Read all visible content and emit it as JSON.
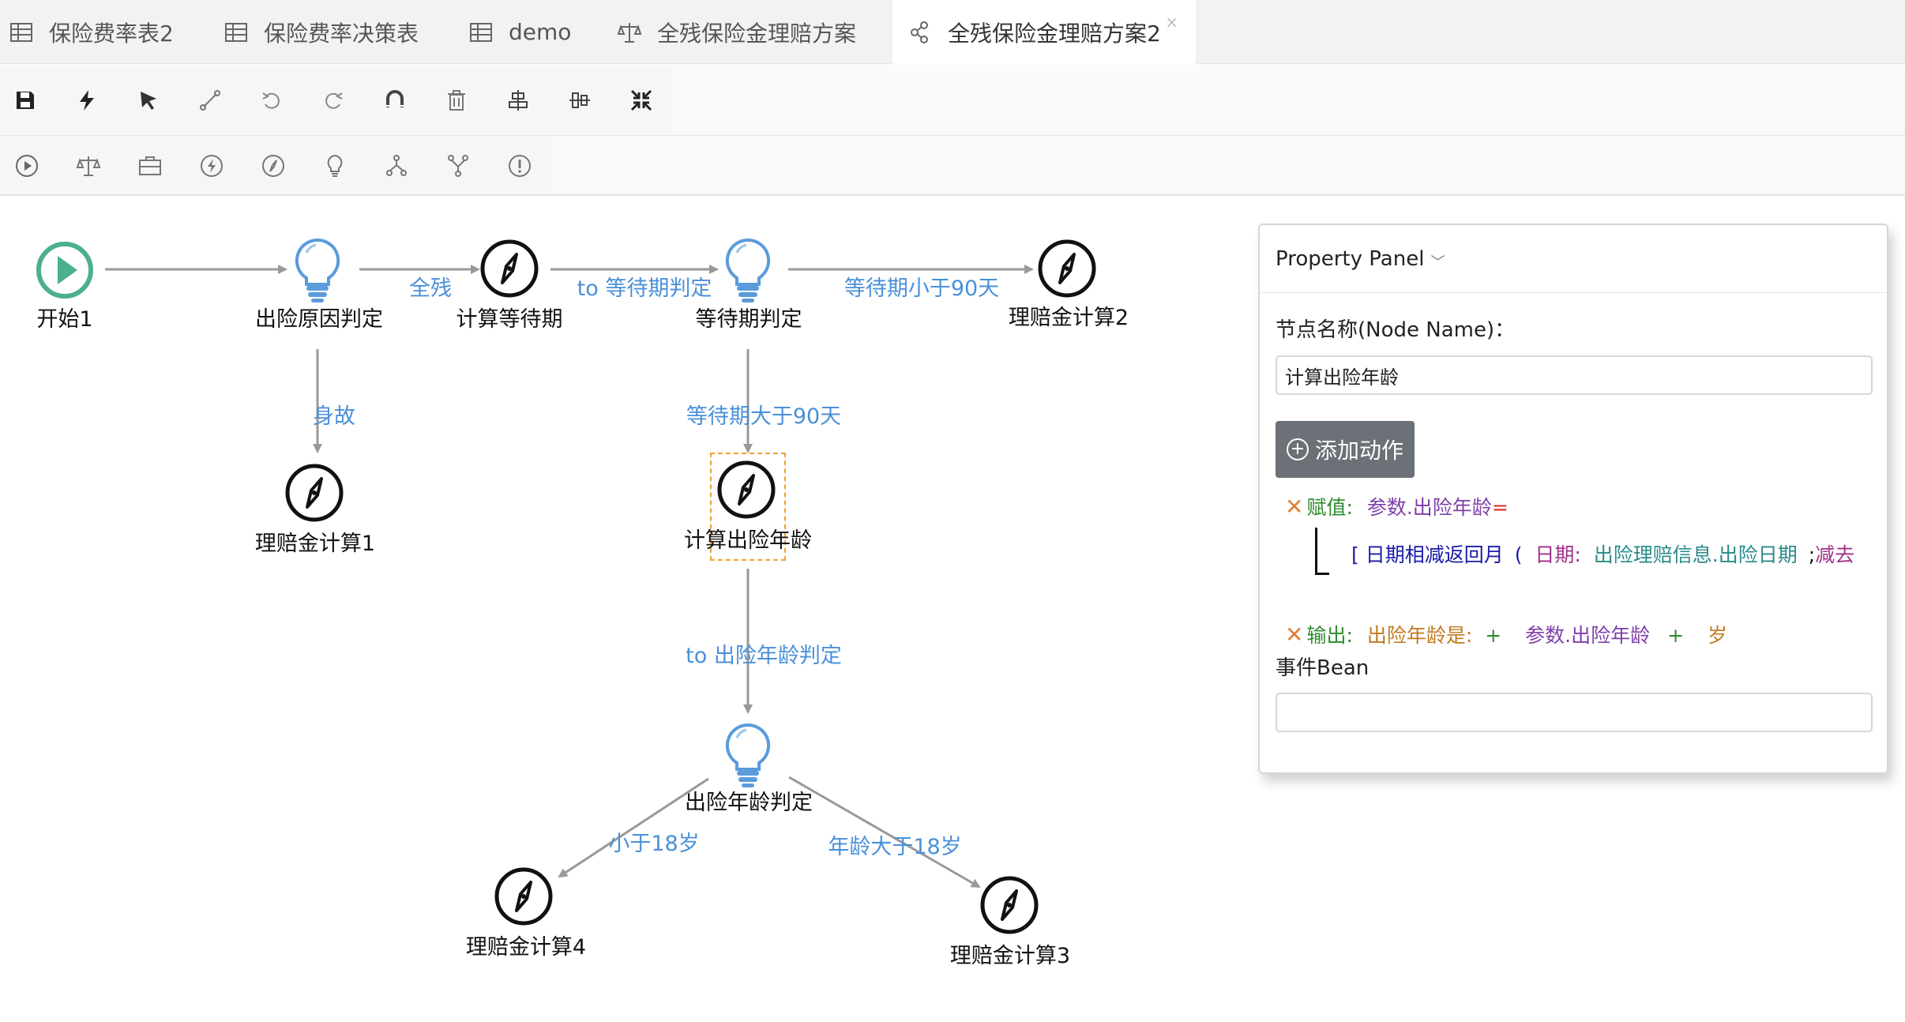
{
  "tabs": [
    {
      "label": "保险费率表2",
      "icon": "table-icon"
    },
    {
      "label": "保险费率决策表",
      "icon": "table-icon"
    },
    {
      "label": "demo",
      "icon": "table-icon"
    },
    {
      "label": "全残保险金理赔方案",
      "icon": "scale-icon"
    },
    {
      "label": "全残保险金理赔方案2",
      "icon": "flow-icon",
      "active": true,
      "close": "×"
    }
  ],
  "toolbar_primary": [
    "save-icon",
    "bolt-icon",
    "pointer-icon",
    "connect-icon",
    "undo-icon",
    "redo-icon",
    "magnet-icon",
    "trash-icon",
    "align-horizontal-icon",
    "align-vertical-icon",
    "compress-icon"
  ],
  "toolbar_palette": [
    "start-node-icon",
    "rule-node-icon",
    "action-node-icon",
    "script-node-icon",
    "compass-node-icon",
    "decision-node-icon",
    "fork-node-icon",
    "join-node-icon",
    "end-node-icon"
  ],
  "nodes": {
    "start1": "开始1",
    "cause": "出险原因判定",
    "wait_calc": "计算等待期",
    "wait_judge": "等待期判定",
    "payout2": "理赔金计算2",
    "payout1": "理赔金计算1",
    "age_calc": "计算出险年龄",
    "age_judge": "出险年龄判定",
    "payout4": "理赔金计算4",
    "payout3": "理赔金计算3"
  },
  "edges": {
    "quancan": "全残",
    "to_wait_judge": "to 等待期判定",
    "lt90": "等待期小于90天",
    "death": "身故",
    "gt90": "等待期大于90天",
    "to_age_judge": "to 出险年龄判定",
    "lt18": "小于18岁",
    "gt18": "年龄大于18岁"
  },
  "panel": {
    "title": "Property Panel",
    "caret": "﹀",
    "node_name_label": "节点名称(Node Name)：",
    "node_name_value": "计算出险年龄",
    "add_action": "添加动作",
    "add_action_symbol": "+",
    "assign": {
      "x": "✕",
      "kind": "赋值:",
      "target": "参数.出险年龄",
      "eq": "=",
      "expr_open": "[",
      "func": "日期相减返回月",
      "paren": "(",
      "arg_label": "日期:",
      "arg_value": "出险理赔信息.出险日期",
      "sep": ";",
      "tail": "减去"
    },
    "output": {
      "x": "✕",
      "kind": "输出:",
      "text": "出险年龄是:",
      "plus1": "+",
      "var": "参数.出险年龄",
      "plus2": "+",
      "suffix": "岁"
    },
    "bean_label": "事件Bean",
    "bean_value": ""
  },
  "colors": {
    "start": "#4caf8f",
    "bulb": "#5a9bdc",
    "edge": "#999999",
    "edge_label": "#4a90d9",
    "selection": "#f0a030",
    "button": "#6b7177"
  }
}
